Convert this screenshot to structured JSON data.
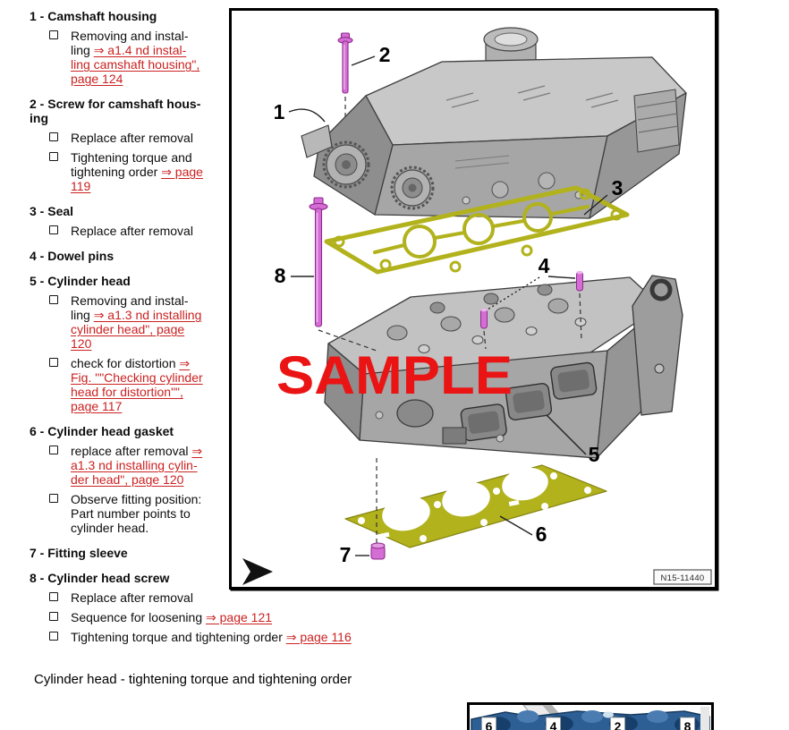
{
  "colors": {
    "link_red": "#cc2121",
    "sample_red": "#ea1414",
    "screw_pink": "#d46ed4",
    "gasket_yellow": "#b2b21d",
    "metal_gray": "#a8a8a8",
    "blue_part": "#2e5f94"
  },
  "parts_list": {
    "items": [
      {
        "title_lines": [
          "1 - Camshaft housing"
        ],
        "subs": [
          {
            "wide": false,
            "lines": [
              {
                "segments": [
                  {
                    "text": "Removing and instal-",
                    "red": false
                  }
                ]
              },
              {
                "segments": [
                  {
                    "text": "ling ",
                    "red": false
                  },
                  {
                    "text": "⇒ a1.4 nd instal-",
                    "red": true
                  }
                ]
              },
              {
                "segments": [
                  {
                    "text": "ling camshaft housing\",",
                    "red": true
                  }
                ]
              },
              {
                "segments": [
                  {
                    "text": "page 124",
                    "red": true
                  }
                ]
              }
            ]
          }
        ]
      },
      {
        "title_lines": [
          "2 - Screw for camshaft hous-",
          "ing"
        ],
        "subs": [
          {
            "wide": false,
            "lines": [
              {
                "segments": [
                  {
                    "text": "Replace after removal",
                    "red": false
                  }
                ]
              }
            ]
          },
          {
            "wide": false,
            "lines": [
              {
                "segments": [
                  {
                    "text": "Tightening torque and",
                    "red": false
                  }
                ]
              },
              {
                "segments": [
                  {
                    "text": "tightening order ",
                    "red": false
                  },
                  {
                    "text": "⇒ page",
                    "red": true
                  }
                ]
              },
              {
                "segments": [
                  {
                    "text": "119",
                    "red": true
                  }
                ]
              }
            ]
          }
        ]
      },
      {
        "title_lines": [
          "3 - Seal"
        ],
        "subs": [
          {
            "wide": false,
            "lines": [
              {
                "segments": [
                  {
                    "text": "Replace after removal",
                    "red": false
                  }
                ]
              }
            ]
          }
        ]
      },
      {
        "title_lines": [
          "4 - Dowel pins"
        ],
        "subs": []
      },
      {
        "title_lines": [
          "5 - Cylinder head"
        ],
        "subs": [
          {
            "wide": false,
            "lines": [
              {
                "segments": [
                  {
                    "text": "Removing and instal-",
                    "red": false
                  }
                ]
              },
              {
                "segments": [
                  {
                    "text": "ling ",
                    "red": false
                  },
                  {
                    "text": "⇒ a1.3 nd installing",
                    "red": true
                  }
                ]
              },
              {
                "segments": [
                  {
                    "text": "cylinder head\", page",
                    "red": true
                  }
                ]
              },
              {
                "segments": [
                  {
                    "text": "120",
                    "red": true
                  }
                ]
              }
            ]
          },
          {
            "wide": false,
            "lines": [
              {
                "segments": [
                  {
                    "text": "check for distortion ",
                    "red": false
                  },
                  {
                    "text": "⇒",
                    "red": true
                  }
                ]
              },
              {
                "segments": [
                  {
                    "text": "Fig. \"\"Checking cylinder",
                    "red": true
                  }
                ]
              },
              {
                "segments": [
                  {
                    "text": "head for distortion\"\",",
                    "red": true
                  }
                ]
              },
              {
                "segments": [
                  {
                    "text": "page 117",
                    "red": true
                  }
                ]
              }
            ]
          }
        ]
      },
      {
        "title_lines": [
          "6 - Cylinder head gasket"
        ],
        "subs": [
          {
            "wide": false,
            "lines": [
              {
                "segments": [
                  {
                    "text": "replace after removal ",
                    "red": false
                  },
                  {
                    "text": "⇒",
                    "red": true
                  }
                ]
              },
              {
                "segments": [
                  {
                    "text": "a1.3 nd installing cylin-",
                    "red": true
                  }
                ]
              },
              {
                "segments": [
                  {
                    "text": "der head\", page 120",
                    "red": true
                  }
                ]
              }
            ]
          },
          {
            "wide": false,
            "lines": [
              {
                "segments": [
                  {
                    "text": "Observe fitting position:",
                    "red": false
                  }
                ]
              },
              {
                "segments": [
                  {
                    "text": "Part number points to",
                    "red": false
                  }
                ]
              },
              {
                "segments": [
                  {
                    "text": "cylinder head.",
                    "red": false
                  }
                ]
              }
            ]
          }
        ]
      },
      {
        "title_lines": [
          "7 - Fitting sleeve"
        ],
        "subs": []
      },
      {
        "title_lines": [
          "8 - Cylinder head screw"
        ],
        "subs": [
          {
            "wide": false,
            "lines": [
              {
                "segments": [
                  {
                    "text": "Replace after removal",
                    "red": false
                  }
                ]
              }
            ]
          },
          {
            "wide": true,
            "lines": [
              {
                "segments": [
                  {
                    "text": "Sequence for loosening ",
                    "red": false
                  },
                  {
                    "text": "⇒ page 121",
                    "red": true
                  }
                ]
              }
            ]
          },
          {
            "wide": true,
            "lines": [
              {
                "segments": [
                  {
                    "text": "Tightening torque and tightening order ",
                    "red": false
                  },
                  {
                    "text": "⇒ page 116",
                    "red": true
                  }
                ]
              }
            ]
          }
        ]
      }
    ]
  },
  "figure_main": {
    "watermark": "SAMPLE",
    "figure_code": "N15-11440",
    "callouts": [
      "1",
      "2",
      "3",
      "4",
      "5",
      "6",
      "7",
      "8"
    ]
  },
  "section_title": "Cylinder head - tightening torque and tightening order",
  "figure_bottom": {
    "labels": [
      "6",
      "4",
      "2",
      "8"
    ]
  }
}
